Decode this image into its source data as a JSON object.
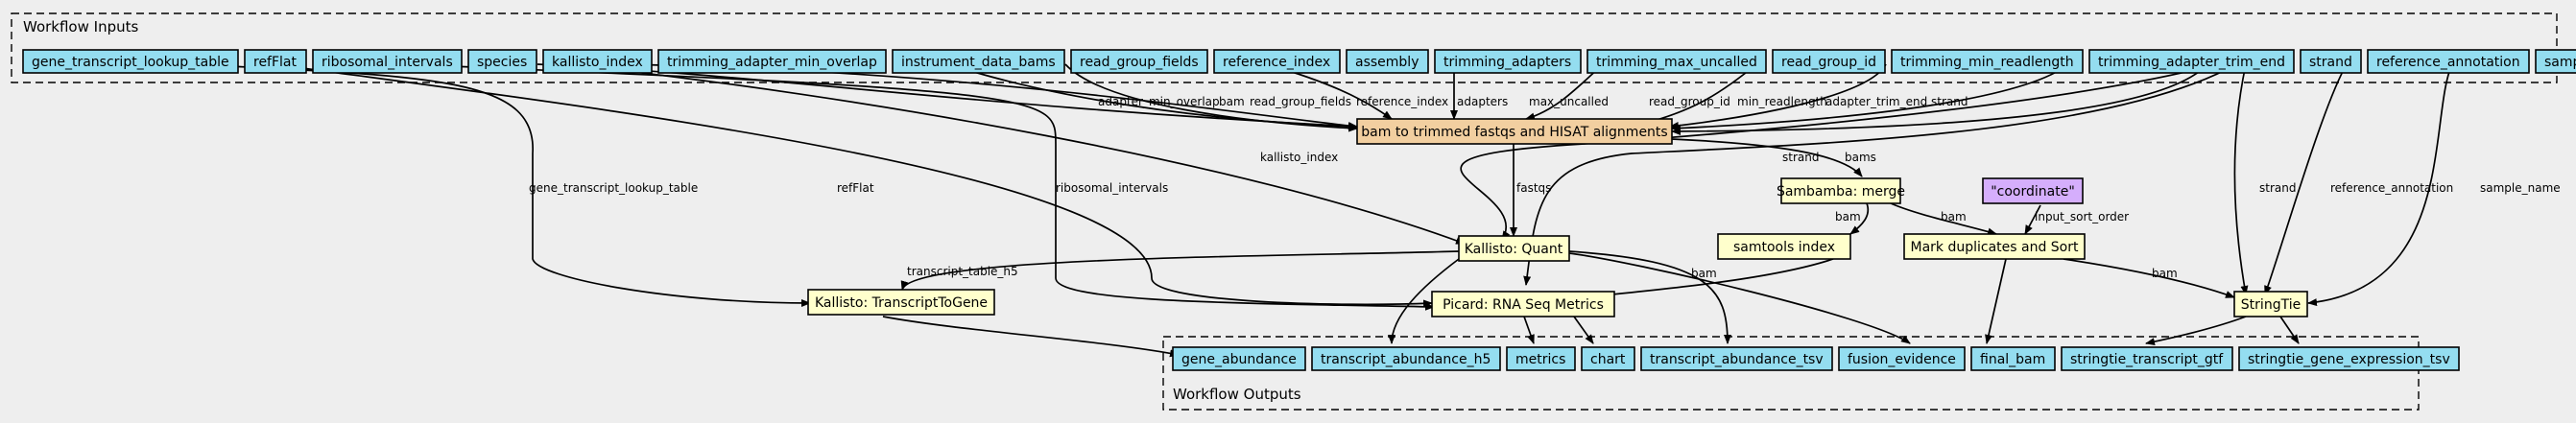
{
  "clusters": {
    "inputs_label": "Workflow Inputs",
    "outputs_label": "Workflow Outputs"
  },
  "inputs": [
    "gene_transcript_lookup_table",
    "refFlat",
    "ribosomal_intervals",
    "species",
    "kallisto_index",
    "trimming_adapter_min_overlap",
    "instrument_data_bams",
    "read_group_fields",
    "reference_index",
    "assembly",
    "trimming_adapters",
    "trimming_max_uncalled",
    "read_group_id",
    "trimming_min_readlength",
    "trimming_adapter_trim_end",
    "strand",
    "reference_annotation",
    "sample_name"
  ],
  "steps": {
    "bam_to_fastq": "bam to trimmed fastqs and HISAT alignments",
    "sambamba_merge": "Sambamba: merge",
    "coordinate": "\"coordinate\"",
    "kallisto_quant": "Kallisto: Quant",
    "samtools_index": "samtools index",
    "mark_duplicates": "Mark duplicates and Sort",
    "transcript_to_gene": "Kallisto: TranscriptToGene",
    "picard_rnaseq": "Picard: RNA Seq Metrics",
    "stringtie": "StringTie"
  },
  "outputs": [
    "gene_abundance",
    "transcript_abundance_h5",
    "metrics",
    "chart",
    "transcript_abundance_tsv",
    "fusion_evidence",
    "final_bam",
    "stringtie_transcript_gtf",
    "stringtie_gene_expression_tsv"
  ],
  "edge_labels": {
    "adapter_min_overlap": "adapter_min_overlap",
    "bam": "bam",
    "read_group_fields": "read_group_fields",
    "reference_index": "reference_index",
    "adapters": "adapters",
    "max_uncalled": "max_uncalled",
    "read_group_id": "read_group_id",
    "min_readlength": "min_readlength",
    "adapter_trim_end": "adapter_trim_end",
    "strand": "strand",
    "gene_transcript_lookup_table": "gene_transcript_lookup_table",
    "refFlat": "refFlat",
    "ribosomal_intervals": "ribosomal_intervals",
    "kallisto_index": "kallisto_index",
    "fastqs": "fastqs",
    "bams": "bams",
    "input_sort_order": "input_sort_order",
    "reference_annotation": "reference_annotation",
    "sample_name": "sample_name",
    "transcript_table_h5": "transcript_table_h5"
  },
  "colors": {
    "background": "#eeeeee",
    "input_fill": "#94ddf0",
    "step_fill": "#ffffcc",
    "subworkflow_fill": "#f2cfa0",
    "constant_fill": "#d5aefc"
  }
}
